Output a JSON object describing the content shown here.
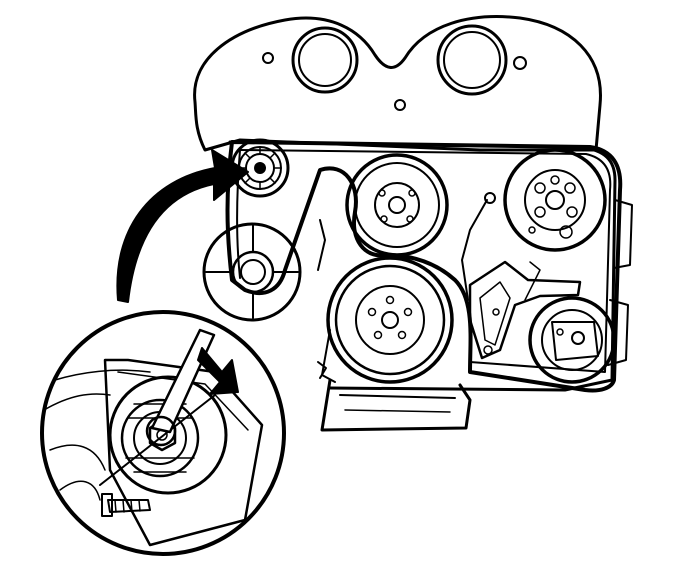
{
  "figure": {
    "ink_color": "#000000",
    "paper_color": "#ffffff",
    "components": {
      "engine_cover": "cover-plate",
      "tensioner_pulley": "tensioner-pulley",
      "idler_pulley": "idler-pulley",
      "upper_center_pulley": "upper-pulley",
      "crankshaft_pulley": "crankshaft-pulley",
      "alternator_pulley": "alternator-pulley",
      "ac_compressor_pulley": "compressor-pulley",
      "drive_belt": "serpentine-belt",
      "oil_pan": "oil-pan",
      "detail_inset": "tensioner-detail-magnifier",
      "wrench": "wrench",
      "direction_arrow": "rotate-arrow",
      "pointer_arrow": "magnify-pointer-arrow"
    }
  }
}
